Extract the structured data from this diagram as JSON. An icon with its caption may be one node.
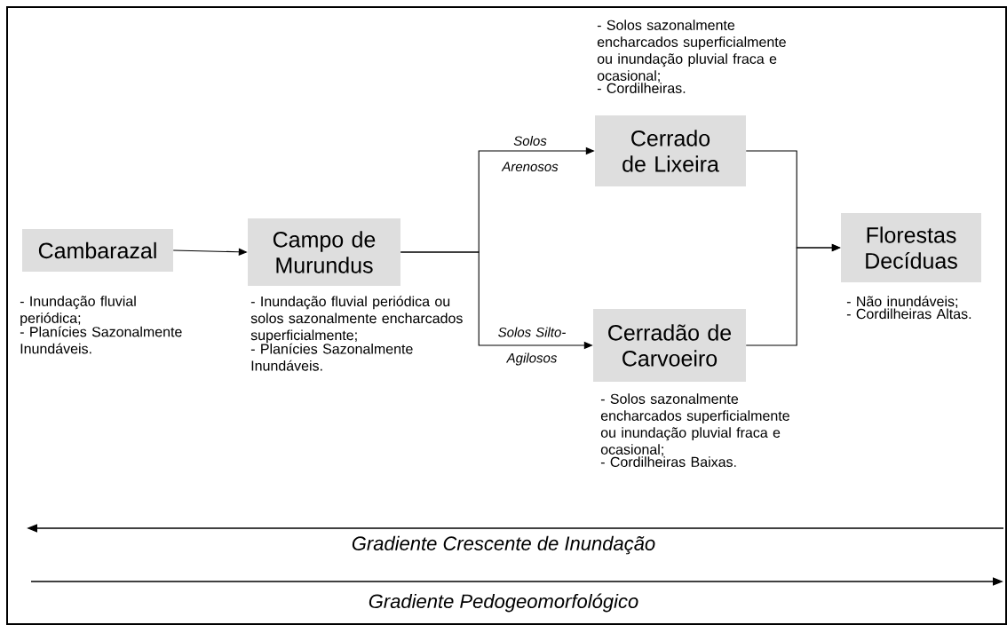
{
  "diagram": {
    "nodes": [
      {
        "text": [
          "Cambarazal"
        ],
        "beside": [
          "- Inundação fluvial periódica;",
          "- Planícies Sazonalmente Inundáveis."
        ]
      },
      {
        "text": [
          "Campo de Murundus"
        ],
        "beside": [
          "- Inundação fluvial  periódica ou solos sazonalmente encharcados superficialmente;",
          "- Planícies Sazonalmente Inundáveis."
        ]
      },
      {
        "text": [
          "Cerrado de Lixeira"
        ],
        "beside": [
          "- Solos sazonalmente encharcados superficialmente ou inundação pluvial fraca e ocasional;",
          "- Cordilheiras."
        ]
      },
      {
        "text": [
          "Cerradão de Carvoeiro"
        ],
        "beside": [
          "- Solos sazonalmente encharcados superficialmente ou inundação pluvial fraca e ocasional;",
          "- Cordilheiras Baixas."
        ]
      },
      {
        "text": [
          "Florestas Decíduas"
        ],
        "beside": [
          "- Não inundáveis;",
          "- Cordilheiras Altas."
        ]
      }
    ],
    "edges": [
      {
        "from": 0,
        "to": 1,
        "arrow": "to"
      },
      {
        "from": 1,
        "to": 2,
        "arrow": "to",
        "label": "Solos Arenosos"
      },
      {
        "from": 1,
        "to": 3,
        "arrow": "to",
        "label": "Solos Silto-Agilosos"
      },
      {
        "from": 2,
        "to": 4,
        "arrow": "to"
      },
      {
        "from": 3,
        "to": 4,
        "arrow": "to"
      }
    ],
    "labels": [
      "Gradiente Crescente de Inundação",
      "Gradiente Pedogeomorfológico"
    ]
  }
}
